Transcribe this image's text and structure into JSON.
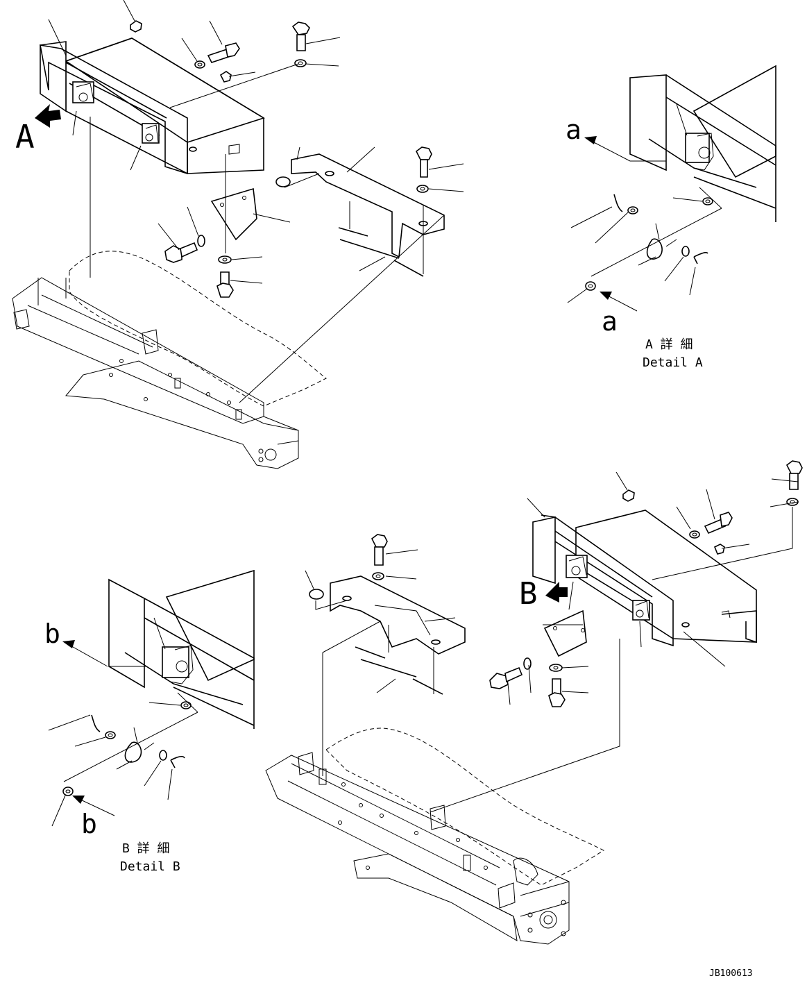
{
  "view_labels": {
    "a_view": "A",
    "b_view": "B"
  },
  "arrow_letters": {
    "a_upper": "a",
    "a_lower": "a",
    "b_upper": "b",
    "b_lower": "b"
  },
  "detail_a": {
    "jp": "A 詳 細",
    "en": "Detail A"
  },
  "detail_b": {
    "jp": "B 詳 細",
    "en": "Detail B"
  },
  "drawing_code": "JB100613"
}
